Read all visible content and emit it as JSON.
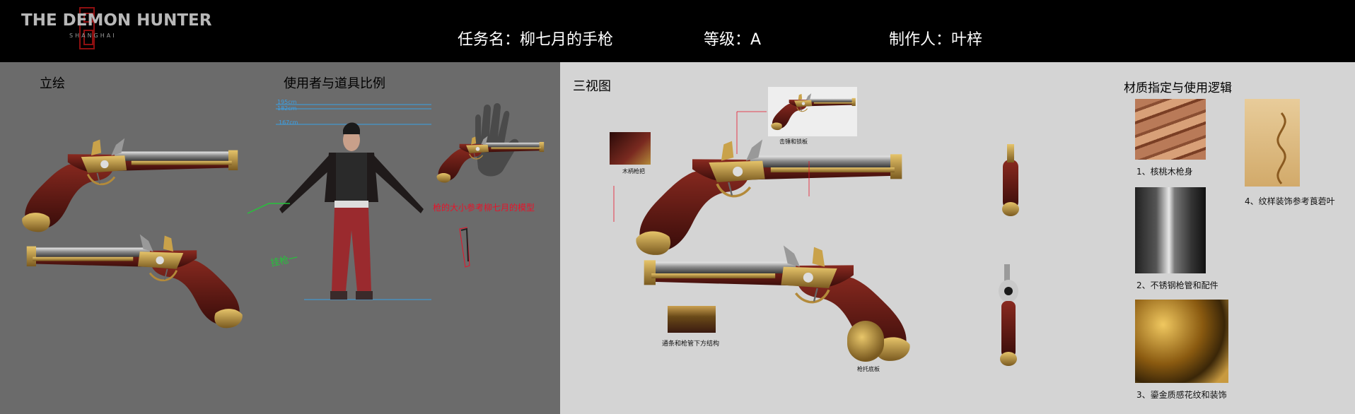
{
  "header": {
    "logo_text": "THE DEMON HUNTER",
    "logo_sub": "SHANGHAI",
    "task": "任务名：柳七月的手枪",
    "level": "等级：A",
    "author": "制作人：叶梓"
  },
  "left": {
    "illustration_title": "立绘",
    "scale_title": "使用者与道具比例",
    "height_marks": [
      "195cm",
      "182cm",
      "167cm"
    ],
    "scale_note": "枪的大小参考柳七月的模型",
    "holster_note": "挂枪一"
  },
  "right": {
    "three_view_title": "三视图",
    "detail_labels": {
      "wood_grip": "木柄枪把",
      "hammer": "击锤和锁板",
      "ramrod": "通条和枪管下方结构",
      "buttplate": "枪托底板"
    },
    "material_title": "材质指定与使用逻辑",
    "materials": [
      {
        "caption": "1、核桃木枪身"
      },
      {
        "caption": "2、不锈钢枪管和配件"
      },
      {
        "caption": "3、鎏金质感花纹和装饰"
      },
      {
        "caption": "4、纹样装饰参考莨菪叶"
      }
    ]
  },
  "colors": {
    "accent_red": "#e8132a",
    "guide_blue": "#3aa0e6",
    "guide_green": "#25c43a",
    "wood": "#5a1a14",
    "brass": "#b38a3a",
    "steel": "#a9a9a9"
  }
}
